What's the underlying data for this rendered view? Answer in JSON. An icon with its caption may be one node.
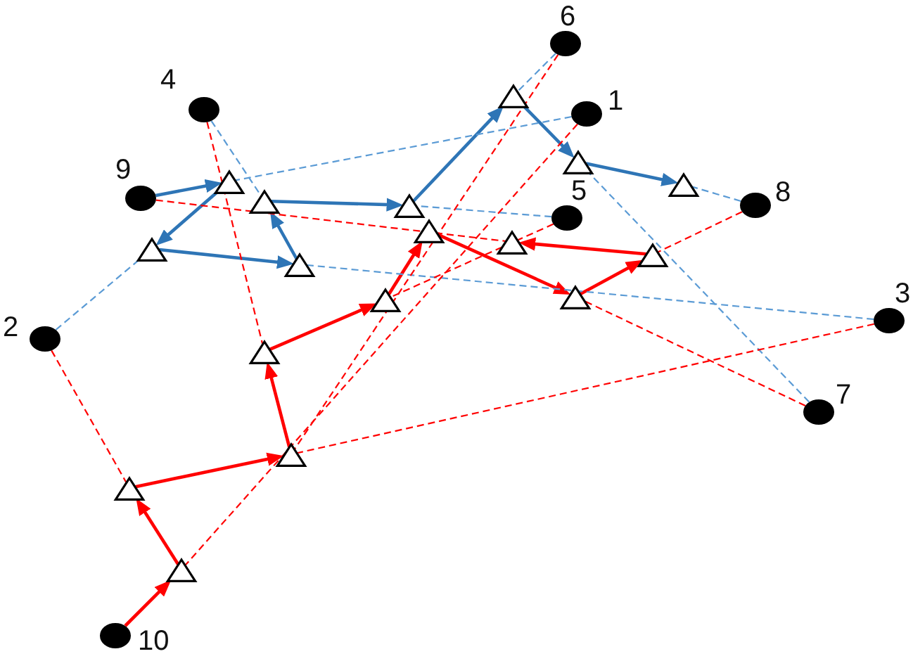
{
  "diagram": {
    "nodes": [
      {
        "text": [],
        "shape": "circle",
        "beside": [
          "6"
        ]
      },
      {
        "text": [],
        "shape": "triangle"
      },
      {
        "text": [],
        "shape": "circle",
        "beside": [
          "4"
        ]
      },
      {
        "text": [],
        "shape": "circle",
        "beside": [
          "1"
        ]
      },
      {
        "text": [],
        "shape": "triangle"
      },
      {
        "text": [],
        "shape": "triangle"
      },
      {
        "text": [],
        "shape": "triangle"
      },
      {
        "text": [],
        "shape": "circle",
        "beside": [
          "9"
        ]
      },
      {
        "text": [],
        "shape": "triangle"
      },
      {
        "text": [],
        "shape": "circle",
        "beside": [
          "8"
        ]
      },
      {
        "text": [],
        "shape": "triangle"
      },
      {
        "text": [],
        "shape": "circle",
        "beside": [
          "5"
        ]
      },
      {
        "text": [],
        "shape": "triangle"
      },
      {
        "text": [],
        "shape": "triangle"
      },
      {
        "text": [],
        "shape": "triangle"
      },
      {
        "text": [],
        "shape": "triangle"
      },
      {
        "text": [],
        "shape": "triangle"
      },
      {
        "text": [],
        "shape": "triangle"
      },
      {
        "text": [],
        "shape": "triangle"
      },
      {
        "text": [],
        "shape": "circle",
        "beside": [
          "3"
        ]
      },
      {
        "text": [],
        "shape": "circle",
        "beside": [
          "2"
        ]
      },
      {
        "text": [],
        "shape": "triangle"
      },
      {
        "text": [],
        "shape": "circle",
        "beside": [
          "7"
        ]
      },
      {
        "text": [],
        "shape": "triangle"
      },
      {
        "text": [],
        "shape": "triangle"
      },
      {
        "text": [],
        "shape": "triangle"
      },
      {
        "text": [],
        "shape": "circle",
        "beside": [
          "10"
        ]
      }
    ],
    "edges": [
      {
        "from": 7,
        "to": 5,
        "arrow": "to",
        "color": "#2e75b6"
      },
      {
        "from": 5,
        "to": 14,
        "arrow": "to",
        "color": "#2e75b6"
      },
      {
        "from": 14,
        "to": 16,
        "arrow": "to",
        "color": "#2e75b6"
      },
      {
        "from": 16,
        "to": 8,
        "arrow": "to",
        "color": "#2e75b6"
      },
      {
        "from": 8,
        "to": 10,
        "arrow": "to",
        "color": "#2e75b6"
      },
      {
        "from": 10,
        "to": 1,
        "arrow": "to",
        "color": "#2e75b6"
      },
      {
        "from": 1,
        "to": 4,
        "arrow": "to",
        "color": "#2e75b6"
      },
      {
        "from": 4,
        "to": 6,
        "arrow": "to",
        "color": "#2e75b6"
      },
      {
        "from": 26,
        "to": 25,
        "arrow": "to",
        "color": "#ff0000"
      },
      {
        "from": 25,
        "to": 24,
        "arrow": "to",
        "color": "#ff0000"
      },
      {
        "from": 24,
        "to": 23,
        "arrow": "to",
        "color": "#ff0000"
      },
      {
        "from": 23,
        "to": 21,
        "arrow": "to",
        "color": "#ff0000"
      },
      {
        "from": 21,
        "to": 18,
        "arrow": "to",
        "color": "#ff0000"
      },
      {
        "from": 18,
        "to": 12,
        "arrow": "to",
        "color": "#ff0000"
      },
      {
        "from": 12,
        "to": 17,
        "arrow": "to",
        "color": "#ff0000"
      },
      {
        "from": 17,
        "to": 15,
        "arrow": "to",
        "color": "#ff0000"
      },
      {
        "from": 15,
        "to": 13,
        "arrow": "to",
        "color": "#ff0000"
      },
      {
        "from": 3,
        "to": 5,
        "arrow": "none",
        "style": "dashed",
        "color": "#5b9bd5"
      },
      {
        "from": 20,
        "to": 14,
        "arrow": "none",
        "style": "dashed",
        "color": "#5b9bd5"
      },
      {
        "from": 19,
        "to": 16,
        "arrow": "none",
        "style": "dashed",
        "color": "#5b9bd5"
      },
      {
        "from": 2,
        "to": 8,
        "arrow": "none",
        "style": "dashed",
        "color": "#5b9bd5"
      },
      {
        "from": 11,
        "to": 10,
        "arrow": "none",
        "style": "dashed",
        "color": "#5b9bd5"
      },
      {
        "from": 0,
        "to": 1,
        "arrow": "none",
        "style": "dashed",
        "color": "#5b9bd5"
      },
      {
        "from": 22,
        "to": 4,
        "arrow": "none",
        "style": "dashed",
        "color": "#5b9bd5"
      },
      {
        "from": 9,
        "to": 6,
        "arrow": "none",
        "style": "dashed",
        "color": "#5b9bd5"
      },
      {
        "from": 3,
        "to": 25,
        "arrow": "none",
        "style": "dashed",
        "color": "#ff0000"
      },
      {
        "from": 20,
        "to": 24,
        "arrow": "none",
        "style": "dashed",
        "color": "#ff0000"
      },
      {
        "from": 19,
        "to": 23,
        "arrow": "none",
        "style": "dashed",
        "color": "#ff0000"
      },
      {
        "from": 2,
        "to": 21,
        "arrow": "none",
        "style": "dashed",
        "color": "#ff0000"
      },
      {
        "from": 11,
        "to": 18,
        "arrow": "none",
        "style": "dashed",
        "color": "#ff0000"
      },
      {
        "from": 0,
        "to": 23,
        "arrow": "none",
        "style": "dashed",
        "color": "#ff0000"
      },
      {
        "from": 22,
        "to": 17,
        "arrow": "none",
        "style": "dashed",
        "color": "#ff0000"
      },
      {
        "from": 9,
        "to": 15,
        "arrow": "none",
        "style": "dashed",
        "color": "#ff0000"
      },
      {
        "from": 7,
        "to": 13,
        "arrow": "none",
        "style": "dashed",
        "color": "#ff0000"
      }
    ]
  }
}
